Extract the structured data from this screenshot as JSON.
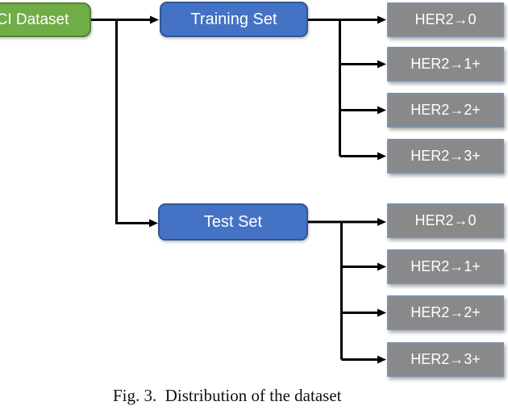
{
  "colors": {
    "green_fill": "#70ad47",
    "green_border": "#538135",
    "blue_fill": "#4472c4",
    "blue_border": "#2f5597",
    "gray_fill": "#898989",
    "gray_border": "#7d91a9",
    "line": "#000000",
    "node_text": "#ffffff",
    "caption_text": "#111111"
  },
  "diagram": {
    "root": {
      "label": "CI Dataset"
    },
    "branches": [
      {
        "label": "Training Set",
        "children": [
          {
            "label": "HER2→0"
          },
          {
            "label": "HER2→1+"
          },
          {
            "label": "HER2→2+"
          },
          {
            "label": "HER2→3+"
          }
        ]
      },
      {
        "label": "Test Set",
        "children": [
          {
            "label": "HER2→0"
          },
          {
            "label": "HER2→1+"
          },
          {
            "label": "HER2→2+"
          },
          {
            "label": "HER2→3+"
          }
        ]
      }
    ]
  },
  "caption": "Fig. 3.  Distribution of the dataset"
}
